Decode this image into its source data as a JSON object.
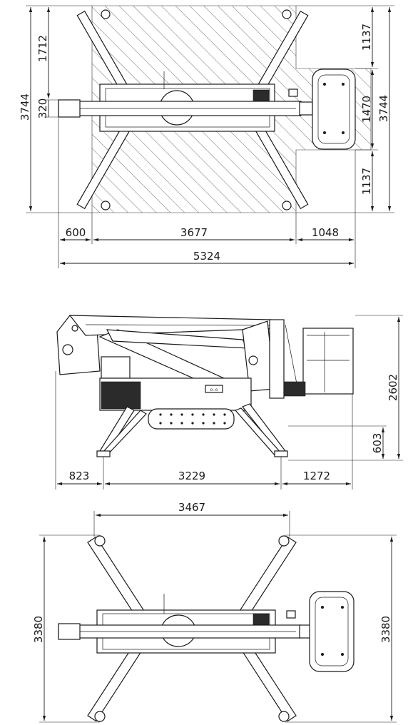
{
  "top_view": {
    "dims": {
      "overall_height_left": "3744",
      "upper_left": "1712",
      "boom_offset": "320",
      "upper_right": "1137",
      "platform_width": "1470",
      "overall_height_right": "3744",
      "lower_right": "1137",
      "rear_overhang": "600",
      "outrigger_span": "3677",
      "front_overhang": "1048",
      "overall_length": "5324"
    }
  },
  "side_view": {
    "dims": {
      "overall_height": "2602",
      "ground_clearance": "603",
      "rear_overhang": "823",
      "pad_span": "3229",
      "front_overhang": "1272"
    }
  },
  "bottom_view": {
    "dims": {
      "outrigger_span": "3467",
      "height_left": "3380",
      "height_right": "3380"
    }
  }
}
